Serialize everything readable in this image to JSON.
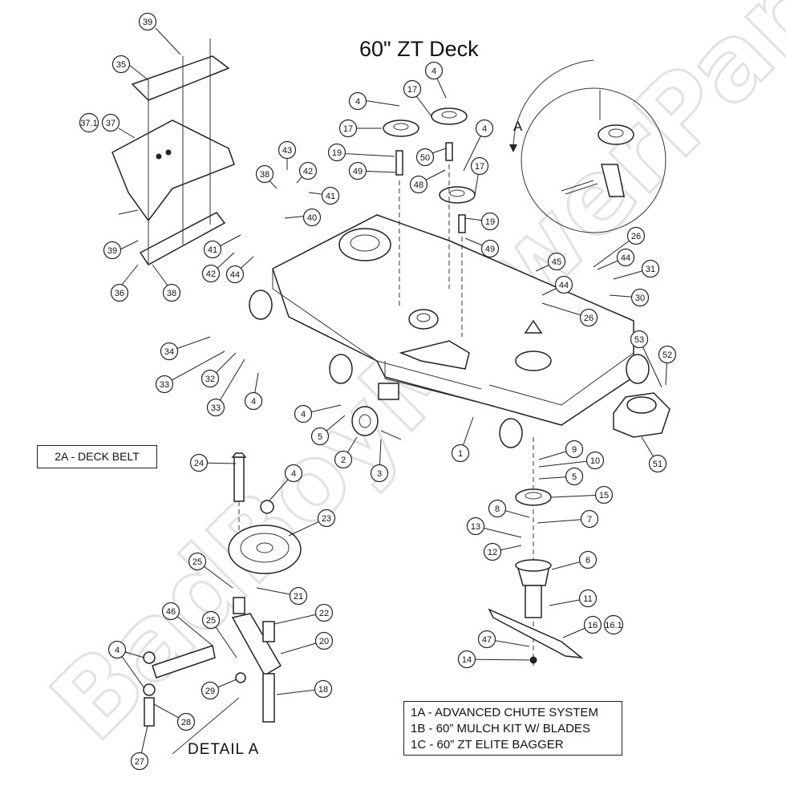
{
  "title": "60\" ZT Deck",
  "watermark": "BadBoyMowerParts.com",
  "deck_belt_label": "2A - DECK BELT",
  "options": [
    "1A - ADVANCED CHUTE SYSTEM",
    "1B - 60” MULCH KIT W/ BLADES",
    "1C - 60” ZT ELITE BAGGER"
  ],
  "detail_label": "DETAIL  A",
  "rotation_label": "A",
  "callouts": [
    "39",
    "35",
    "37.1",
    "37",
    "39",
    "36",
    "38",
    "43",
    "38",
    "42",
    "41",
    "40",
    "41",
    "42",
    "44",
    "4",
    "17",
    "17",
    "4",
    "4",
    "50",
    "19",
    "49",
    "48",
    "17",
    "19",
    "49",
    "26",
    "44",
    "31",
    "30",
    "45",
    "44",
    "26",
    "34",
    "33",
    "32",
    "33",
    "4",
    "53",
    "52",
    "4",
    "5",
    "2",
    "3",
    "1",
    "51",
    "9",
    "10",
    "5",
    "15",
    "8",
    "7",
    "13",
    "12",
    "6",
    "11",
    "16",
    "16.1",
    "47",
    "14",
    "24",
    "4",
    "23",
    "25",
    "21",
    "46",
    "25",
    "22",
    "20",
    "4",
    "29",
    "18",
    "28",
    "27"
  ]
}
